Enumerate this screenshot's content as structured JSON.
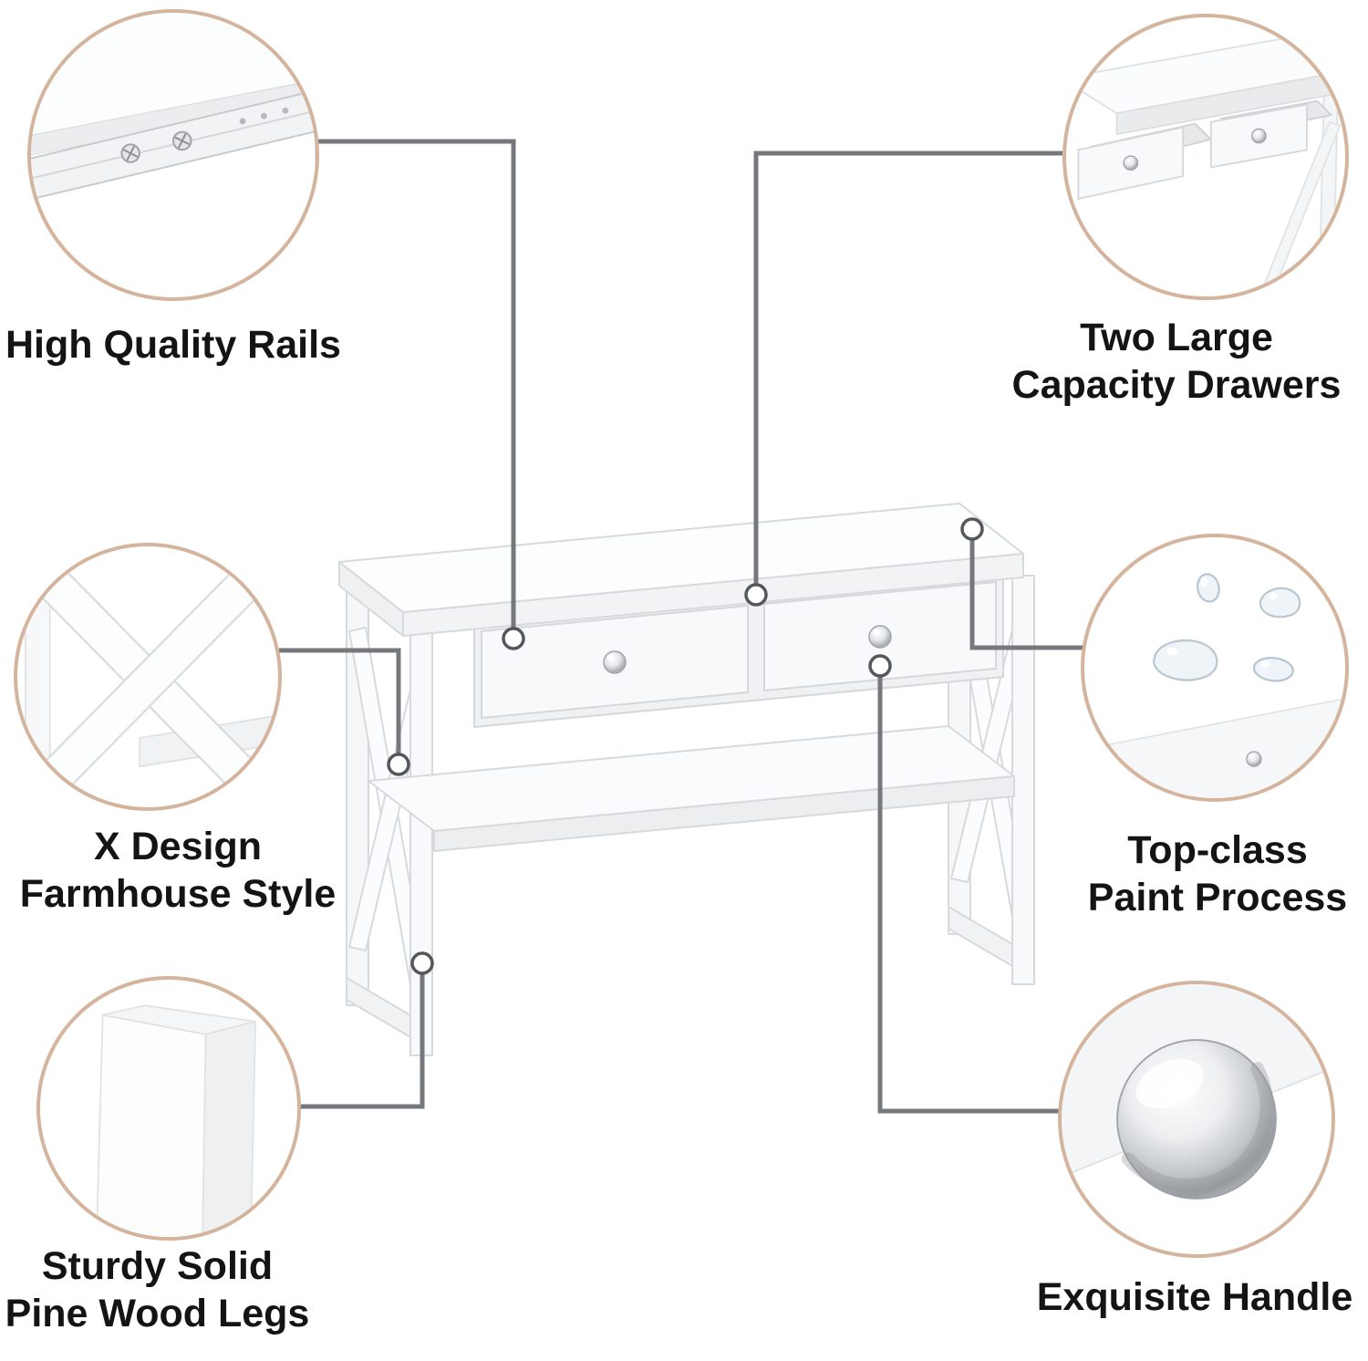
{
  "callouts": {
    "rails": {
      "image": "drawer-rail-closeup",
      "label_lines": [
        "High Quality Rails"
      ]
    },
    "drawers": {
      "image": "open-drawers-closeup",
      "label_lines": [
        "Two Large",
        "Capacity Drawers"
      ]
    },
    "x_design": {
      "image": "x-frame-closeup",
      "label_lines": [
        "X Design",
        "Farmhouse Style"
      ]
    },
    "paint": {
      "image": "water-drops-closeup",
      "label_lines": [
        "Top-class",
        "Paint Process"
      ]
    },
    "legs": {
      "image": "pine-leg-closeup",
      "label_lines": [
        "Sturdy Solid",
        "Pine Wood Legs"
      ]
    },
    "handle": {
      "image": "chrome-knob-closeup",
      "label_lines": [
        "Exquisite Handle"
      ]
    }
  },
  "colors": {
    "circle_border": "#d4b49c",
    "connector_line": "#75787c",
    "label_text": "#141414",
    "furniture_white": "#fcfdfd",
    "furniture_outline": "#d7dadc"
  }
}
